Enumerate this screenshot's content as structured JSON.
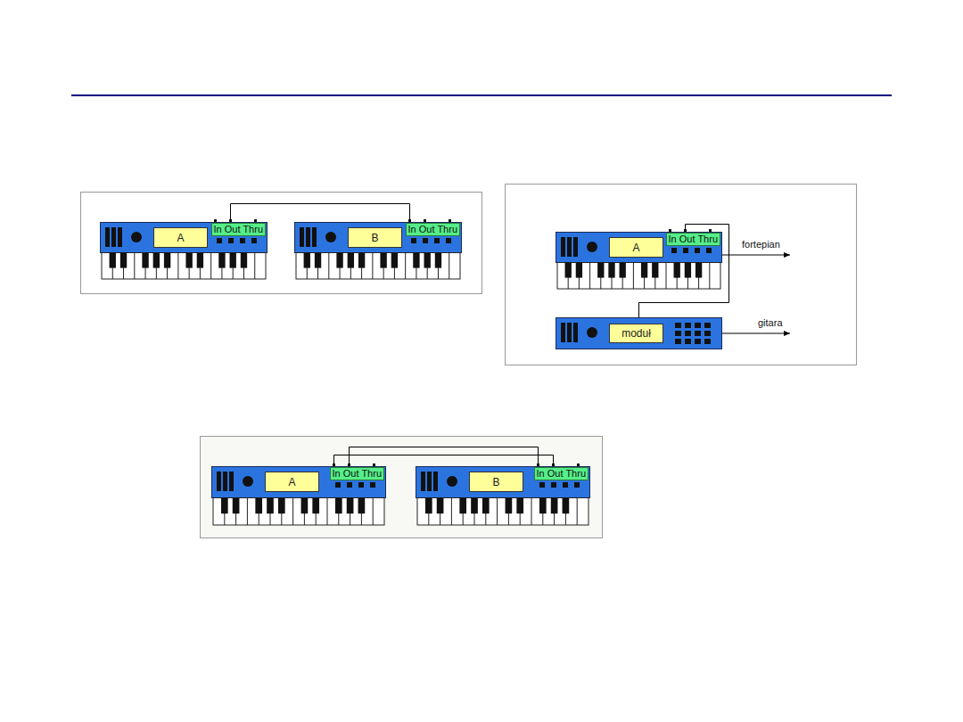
{
  "diagram": {
    "nodes": [
      {
        "text": [
          "A",
          "In Out Thru"
        ]
      },
      {
        "text": [
          "B",
          "In Out Thru"
        ]
      },
      {
        "text": [
          "A",
          "In Out Thru"
        ]
      },
      {
        "text": [
          "moduł"
        ]
      },
      {
        "text": [
          "A",
          "In Out Thru"
        ]
      },
      {
        "text": [
          "B",
          "In Out Thru"
        ]
      }
    ],
    "edges": [
      {
        "from": 0,
        "to": 1,
        "arrow": "none"
      },
      {
        "from": 2,
        "to": 3,
        "arrow": "none"
      },
      {
        "from": 4,
        "to": 5,
        "arrow": "none"
      },
      {
        "from": 5,
        "to": 4,
        "arrow": "none"
      }
    ],
    "labels": [
      "fortepian",
      "gitara"
    ]
  }
}
